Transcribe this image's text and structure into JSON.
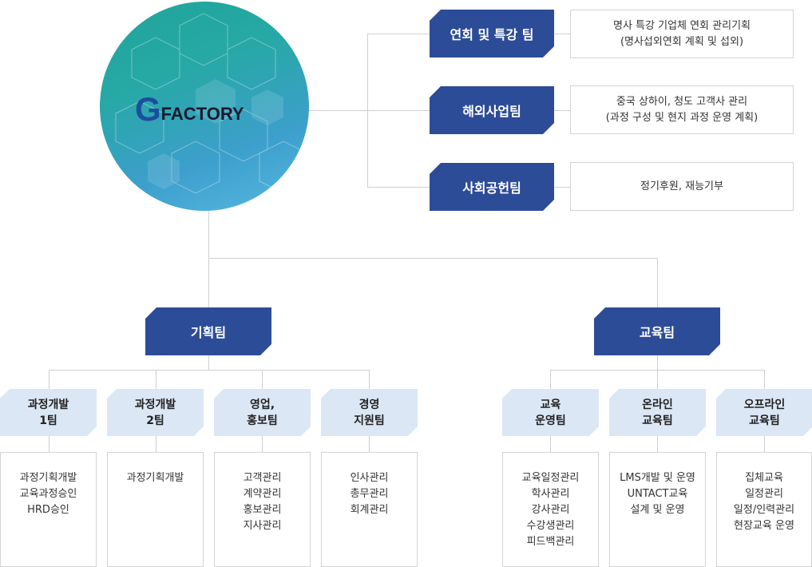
{
  "logo": {
    "letter": "G",
    "text": "FACTORY"
  },
  "colors": {
    "dark_team": "#2d4c97",
    "light_team": "#dbe7f5",
    "logo_blue": "#1b4e9e",
    "circle_a": "#22a6a3",
    "circle_b": "#3a8fd0"
  },
  "top_teams": [
    {
      "name": "연회 및 특강 팀",
      "desc": "명사 특강 기업체 연회 관리기획\n(명사섭외연회 계획 및 섭외)"
    },
    {
      "name": "해외사업팀",
      "desc": "중국 상하이, 청도 고객사 관리\n(과정 구성 및 현지 과정 운영 계획)"
    },
    {
      "name": "사회공헌팀",
      "desc": "정기후원, 재능기부"
    }
  ],
  "planning": {
    "name": "기획팀",
    "subs": [
      {
        "name": "과정개발\n1팀",
        "items": [
          "과정기획개발",
          "교육과정승인",
          "HRD승인"
        ]
      },
      {
        "name": "과정개발\n2팀",
        "items": [
          "과정기획개발"
        ]
      },
      {
        "name": "영업,\n홍보팀",
        "items": [
          "고객관리",
          "계약관리",
          "홍보관리",
          "지사관리"
        ]
      },
      {
        "name": "경영\n지원팀",
        "items": [
          "인사관리",
          "총무관리",
          "회계관리"
        ]
      }
    ]
  },
  "education": {
    "name": "교육팀",
    "subs": [
      {
        "name": "교육\n운영팀",
        "items": [
          "교육일정관리",
          "학사관리",
          "강사관리",
          "수강생관리",
          "피드백관리"
        ]
      },
      {
        "name": "온라인\n교육팀",
        "items": [
          "LMS개발 및 운영",
          "UNTACT교육",
          "설계 및 운영"
        ]
      },
      {
        "name": "오프라인\n교육팀",
        "items": [
          "집체교육",
          "일정관리",
          "일정/인력관리",
          "현장교육 운영"
        ]
      }
    ]
  }
}
